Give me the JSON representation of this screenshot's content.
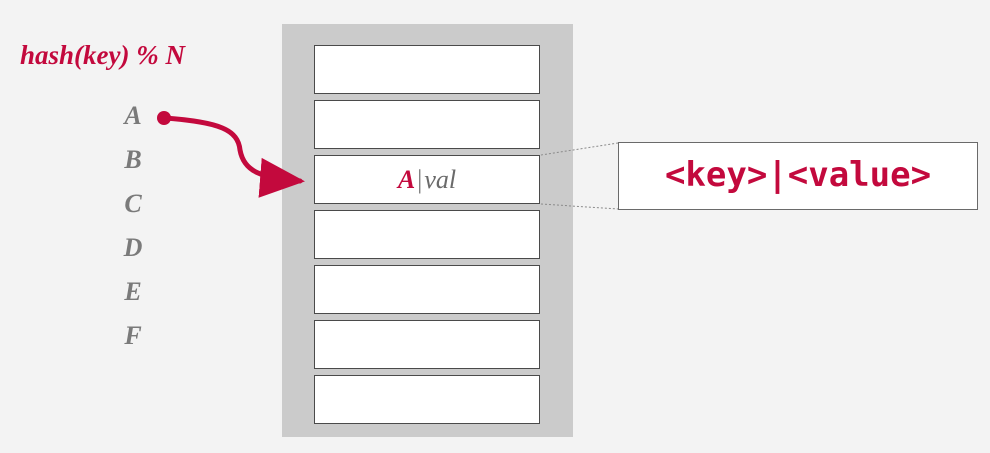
{
  "formula": "hash(key) % N",
  "keys": [
    "A",
    "B",
    "C",
    "D",
    "E",
    "F"
  ],
  "slots": [
    {
      "key": "",
      "sep": "",
      "value": ""
    },
    {
      "key": "",
      "sep": "",
      "value": ""
    },
    {
      "key": "A",
      "sep": "|",
      "value": "val"
    },
    {
      "key": "",
      "sep": "",
      "value": ""
    },
    {
      "key": "",
      "sep": "",
      "value": ""
    },
    {
      "key": "",
      "sep": "",
      "value": ""
    },
    {
      "key": "",
      "sep": "",
      "value": ""
    }
  ],
  "zoom_label": "<key>|<value>",
  "colors": {
    "accent": "#c3093d",
    "key_gray": "#7a7a7a",
    "table_bg": "#cbcbcb",
    "background": "#f3f3f3"
  }
}
